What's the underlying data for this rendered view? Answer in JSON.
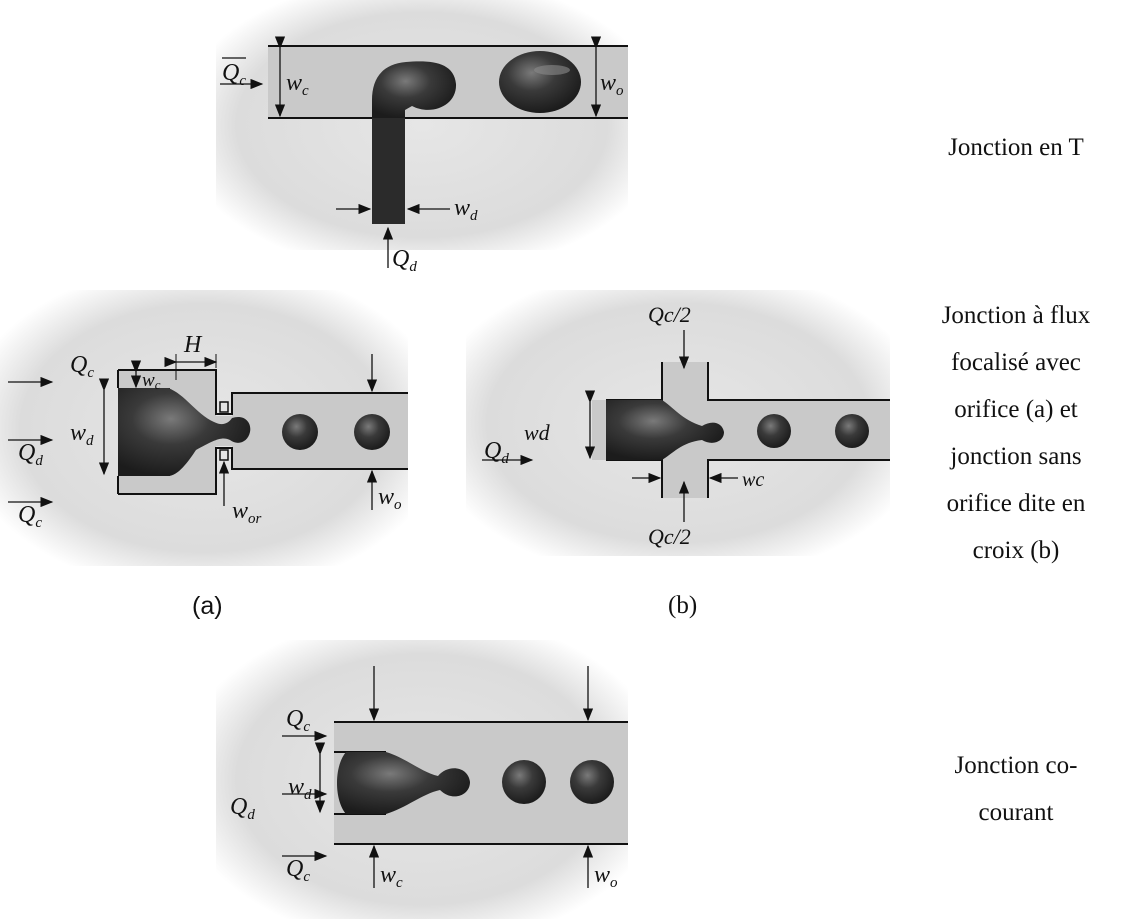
{
  "panels": {
    "t_junction": {
      "caption": "Jonction en T",
      "labels": {
        "qc": "Q",
        "qc_sub": "c",
        "wc": "w",
        "wc_sub": "c",
        "wo": "w",
        "wo_sub": "o",
        "wd": "w",
        "wd_sub": "d",
        "qd": "Q",
        "qd_sub": "d"
      }
    },
    "flow_focusing": {
      "caption": "Jonction à flux focalisé avec orifice (a) et jonction sans orifice dite en croix (b)",
      "caption_lines": [
        "Jonction à flux",
        "focalisé avec",
        "orifice (a) et",
        "jonction sans",
        "orifice dite en",
        "croix (b)"
      ],
      "a": {
        "sublabel": "(a)",
        "labels": {
          "h": "H",
          "qc_top": "Q",
          "qc_sub": "c",
          "wc": "w",
          "wc_sub": "c",
          "wd": "w",
          "wd_sub": "d",
          "qd": "Q",
          "qd_sub": "d",
          "qc_bot": "Q",
          "wor": "w",
          "wor_sub": "or",
          "wo": "w",
          "wo_sub": "o"
        }
      },
      "b": {
        "sublabel": "(b)",
        "labels": {
          "qc_top": "Qc/2",
          "qc_bot": "Qc/2",
          "wd": "wd",
          "qd": "Q",
          "qd_sub": "d",
          "wc": "wc"
        }
      }
    },
    "co_flow": {
      "caption": "Jonction co-courant",
      "caption_lines": [
        "Jonction co-",
        "courant"
      ],
      "labels": {
        "qc": "Q",
        "qc_sub": "c",
        "wd": "w",
        "wd_sub": "d",
        "qd": "Q",
        "qd_sub": "d",
        "wc": "w",
        "wc_sub": "c",
        "wo": "w",
        "wo_sub": "o"
      }
    }
  },
  "colors": {
    "fluid": "#c9c9c9",
    "droplet": "#2b2b2b",
    "wall": "#111111",
    "background_glow": "#d9d9d9"
  }
}
